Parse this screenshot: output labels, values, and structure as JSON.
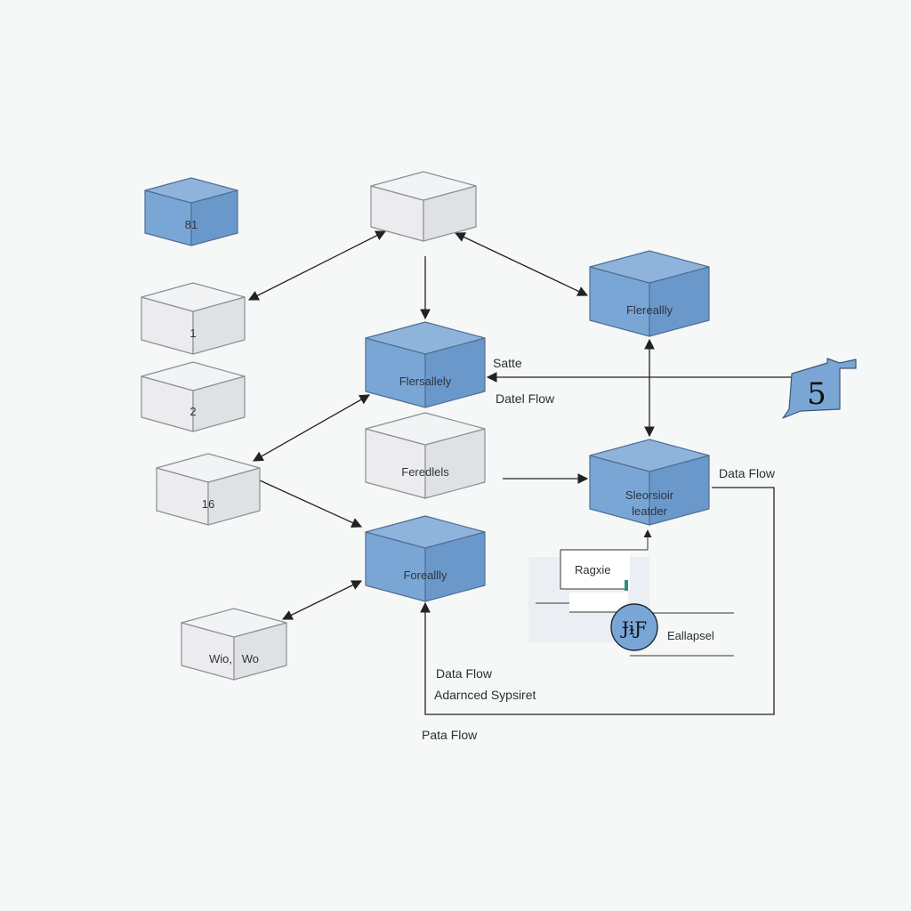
{
  "colors": {
    "blue_top": "#8fb4dc",
    "blue_front": "#7aa6d6",
    "blue_side": "#6b98cb",
    "blue_stroke": "#4f6f93",
    "white_top": "#f2f3f4",
    "white_front": "#ececee",
    "white_side": "#dfe1e4",
    "white_stroke": "#8a9098",
    "arrow": "#222222"
  },
  "nodes": {
    "cube_a": {
      "label": "81",
      "style": "blue"
    },
    "cube_top": {
      "label": "",
      "style": "white"
    },
    "cube_1": {
      "label": "1",
      "style": "white"
    },
    "cube_2": {
      "label": "2",
      "style": "white"
    },
    "cube_16": {
      "label": "16",
      "style": "white"
    },
    "cube_wio": {
      "label": "Wio,   Wo",
      "style": "white"
    },
    "cube_center1": {
      "label": "Flersallely",
      "style": "blue"
    },
    "cube_center2": {
      "label": "Feredlels",
      "style": "white"
    },
    "cube_center3": {
      "label": "Foreallly",
      "style": "blue"
    },
    "cube_right_top": {
      "label": "Flereallly",
      "style": "blue"
    },
    "cube_right_mid": {
      "label_line1": "Sleorsioir",
      "label_line2": "leatder",
      "style": "blue"
    },
    "badge_5": {
      "label": "5"
    },
    "circle_node": {
      "label": "ɈɨƑ"
    }
  },
  "labels": {
    "satte": "Satte",
    "datel_flow": "Datel Flow",
    "data_flow_right": "Data Flow",
    "ragxie": "Ragxie",
    "eallapsel": "Eallapsel",
    "data_flow_bottom": "Data Flow",
    "advanced_sypsiret": "Adarnced Sypsiret",
    "pata_flow": "Pata Flow"
  }
}
